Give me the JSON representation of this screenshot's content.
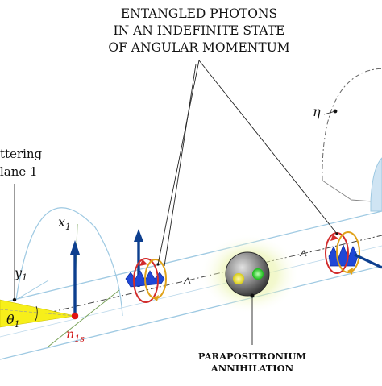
{
  "title": {
    "line1": "ENTANGLED PHOTONS",
    "line2": "IN AN INDEFINITE STATE",
    "line3": "OF ANGULAR MOMENTUM"
  },
  "labels": {
    "scattering_line1": "ttering",
    "scattering_line2": "lane 1",
    "x1": "x",
    "x1_sub": "1",
    "y1": "y",
    "y1_sub": "1",
    "theta1": "θ",
    "theta1_sub": "1",
    "n1s": "n",
    "n1s_sub": "1s",
    "eta": "η"
  },
  "caption": {
    "line1": "PARAPOSITRONIUM",
    "line2": "ANNIHILATION"
  },
  "colors": {
    "tube": "#9ec9e2",
    "beam": "#555555",
    "vector": "#0d3f8f",
    "plane_fill": "#f7ef1a",
    "photon_blue": "#1f47d6",
    "ring_red": "#d22c2c",
    "ring_yellow": "#e0a21a",
    "positron": "#e8e03a",
    "electron": "#2fd42f",
    "center_point": "#e01414",
    "n_label": "#d21a1a",
    "glow": "#e6f2a0"
  }
}
